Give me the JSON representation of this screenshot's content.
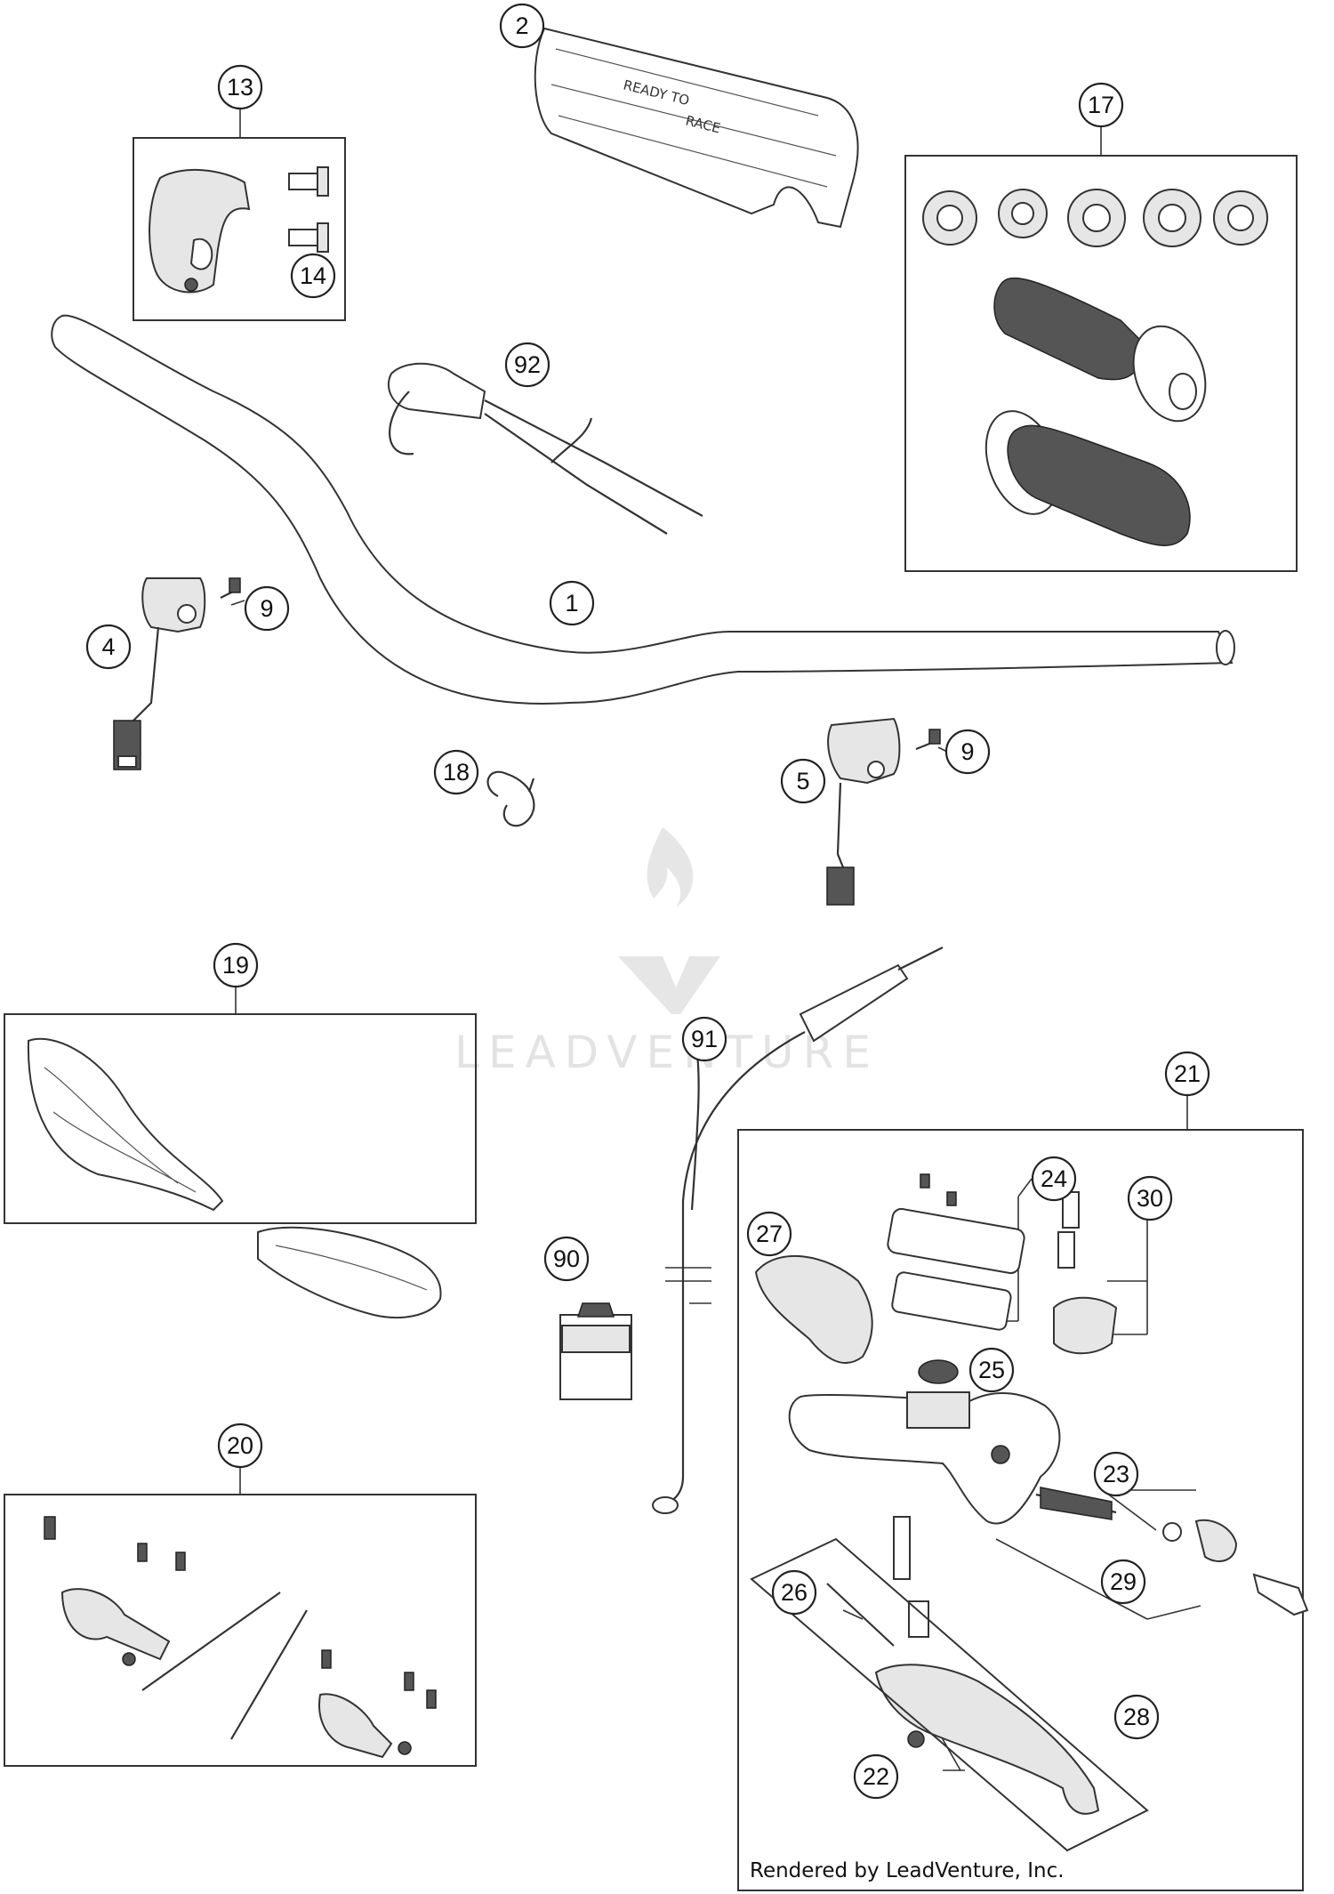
{
  "callouts": [
    {
      "id": "c1",
      "label": "1"
    },
    {
      "id": "c2",
      "label": "2"
    },
    {
      "id": "c4",
      "label": "4"
    },
    {
      "id": "c5",
      "label": "5"
    },
    {
      "id": "c9a",
      "label": "9"
    },
    {
      "id": "c9b",
      "label": "9"
    },
    {
      "id": "c13",
      "label": "13"
    },
    {
      "id": "c14",
      "label": "14"
    },
    {
      "id": "c17",
      "label": "17"
    },
    {
      "id": "c18",
      "label": "18"
    },
    {
      "id": "c19",
      "label": "19"
    },
    {
      "id": "c20",
      "label": "20"
    },
    {
      "id": "c21",
      "label": "21"
    },
    {
      "id": "c22",
      "label": "22"
    },
    {
      "id": "c23",
      "label": "23"
    },
    {
      "id": "c24",
      "label": "24"
    },
    {
      "id": "c25",
      "label": "25"
    },
    {
      "id": "c26",
      "label": "26"
    },
    {
      "id": "c27",
      "label": "27"
    },
    {
      "id": "c28",
      "label": "28"
    },
    {
      "id": "c29",
      "label": "29"
    },
    {
      "id": "c30",
      "label": "30"
    },
    {
      "id": "c90",
      "label": "90"
    },
    {
      "id": "c91",
      "label": "91"
    },
    {
      "id": "c92",
      "label": "92"
    }
  ],
  "watermark": {
    "text": "LEADVENTURE"
  },
  "footer": {
    "text": "Rendered by LeadVenture, Inc."
  },
  "bar_pad_text": {
    "line1": "READY TO",
    "line2": "RACE"
  }
}
